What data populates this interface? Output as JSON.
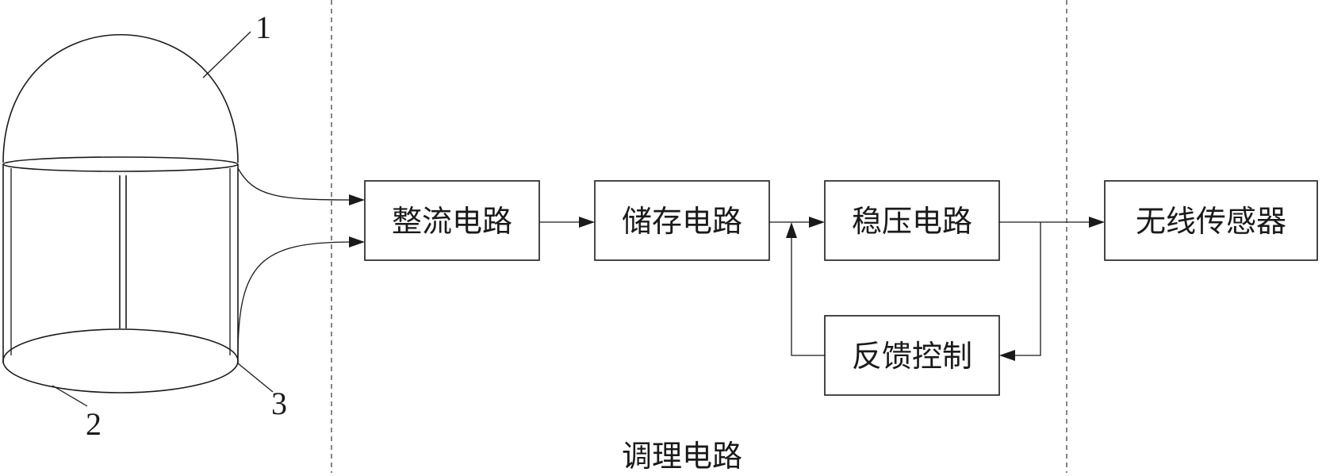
{
  "blocks": {
    "rectifier": "整流电路",
    "storage": "储存电路",
    "regulator": "稳压电路",
    "feedback": "反馈控制",
    "sensor": "无线传感器"
  },
  "region_label": "调理电路",
  "part_labels": {
    "p1": "1",
    "p2": "2",
    "p3": "3"
  }
}
